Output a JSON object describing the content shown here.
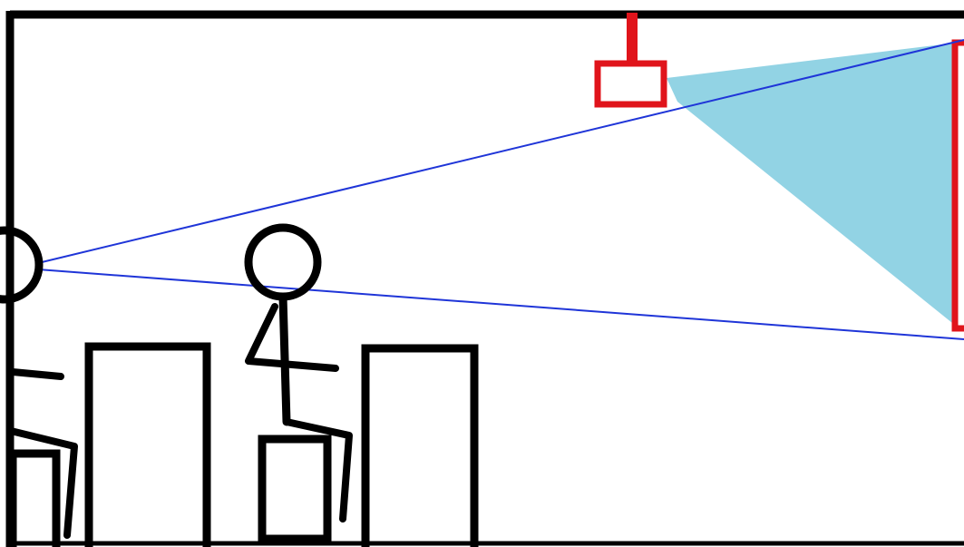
{
  "colors": {
    "outline": "#000000",
    "projector": "#e0141b",
    "projection_beam": "#92d3e4",
    "sightline": "#1f35d8",
    "background": "#ffffff"
  },
  "icons": {
    "projector": "projector-icon",
    "screen": "screen-icon",
    "viewer": "person-icon",
    "desk": "desk-icon",
    "chair": "chair-icon"
  },
  "counts": {
    "viewers": 2,
    "desks": 2,
    "chairs": 2
  }
}
